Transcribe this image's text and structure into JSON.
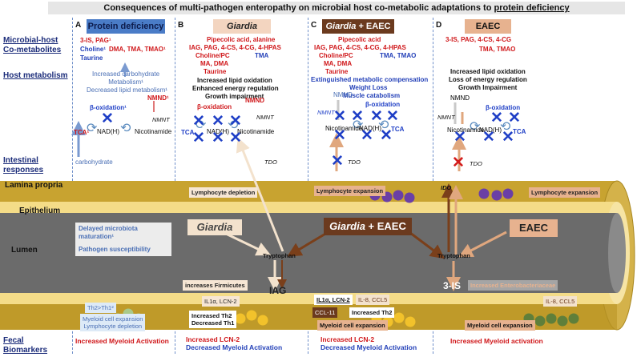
{
  "title": {
    "main": "Consequences of multi-pathogen enteropathy on microbial host co-metabolic adaptations to",
    "underlined": "protein deficiency"
  },
  "row_labels": {
    "cometabolites": "Microbial-host Co-metabolites",
    "host_metabolism": "Host metabolism",
    "intestinal_responses": "Intestinal responses",
    "lamina_propria": "Lamina propria",
    "epithelium": "Epithelium",
    "lumen": "Lumen",
    "fecal_biomarkers": "Fecal Biomarkers"
  },
  "panels": {
    "A": {
      "letter": "A",
      "header": "Protein deficiency",
      "cometab_line1": "3-IS, PAG¹",
      "cometab_line2a": "Choline¹",
      "cometab_line2b": "DMA, TMA, TMAO¹",
      "cometab_line3": "Taurine",
      "host_line1": "Increased carbohydrate",
      "host_line2": "Metabolism¹",
      "host_line3": "Decreased lipid metabolism¹",
      "nmnd": "NMND¹",
      "nmnt": "NMNT",
      "beta_ox": "β-oxidation¹",
      "tca": "TCA¹",
      "nadh": "NAD(H)",
      "nicotinamide": "Nicotinamide",
      "carbohydrate": "carbohydrate",
      "lumen_box1": "Delayed microbiota maturation¹",
      "lumen_box2": "Pathogen susceptibility",
      "th": "Th2>Th1²",
      "myeloid": "Myeloid cell expansion",
      "lymph": "Lymphocyte depletion",
      "fecal": "Increased Myeloid Activation"
    },
    "B": {
      "letter": "B",
      "header": "Giardia",
      "cometab_line1": "Pipecolic acid, alanine",
      "cometab_line2": "IAG, PAG, 4-CS, 4-CG, 4-HPAS",
      "cometab_line3a": "Choline/PC",
      "cometab_line3b": "TMA",
      "cometab_line4": "MA, DMA",
      "cometab_line5": "Taurine",
      "host_line1": "Increased lipid oxidation",
      "host_line2": "Enhanced energy regulation",
      "host_line3": "Growth impairment",
      "beta_ox": "β-oxidation",
      "nmnd": "NMND",
      "nmnt": "NMNT",
      "tca": "TCA",
      "nadh": "NAD(H)",
      "nicotinamide": "Nicotinamide",
      "tdo": "TDO",
      "lp_box": "Lymphocyte depletion",
      "lumen_label": "Giardia",
      "tryptophan": "Tryptophan",
      "iag": "IAG",
      "firmicutes": "increases Firmicutes",
      "il1": "IL1α, LCN-2",
      "th": "Increased Th2\nDecreased Th1",
      "fecal1": "Increased LCN-2",
      "fecal2": "Decreased Myeloid Activation"
    },
    "C": {
      "letter": "C",
      "header_italic": "Giardia",
      "header_rest": " + EAEC",
      "cometab_line1": "Pipecolic acid",
      "cometab_line2": "IAG, PAG, 4-CS, 4-CG, 4-HPAS",
      "cometab_line3a": "Choline/PC",
      "cometab_line3b": "TMA, TMAO",
      "cometab_line4": "MA, DMA",
      "cometab_line5": "Taurine",
      "host_line1": "Extinguished metabolic compensation",
      "host_line2": "Weight Loss",
      "host_line3": "Muscle catabolism",
      "nmnd": "NMND",
      "nmnt": "NMNT",
      "beta_ox": "β-oxidation",
      "nicotinamide": "Nicotinamide",
      "nadh": "NAD(H)",
      "tca": "TCA",
      "tdo": "TDO",
      "lp_box": "Lymphocyte expansion",
      "lumen_italic": "Giardia",
      "lumen_rest": " + EAEC",
      "il1": "IL1α, LCN-2",
      "il8": "IL-8, CCL5",
      "ccl11": "CCL-11",
      "th2": "Increased Th2",
      "myeloid": "Myeloid cell expansion",
      "fecal1": "Increased LCN-2",
      "fecal2": "Decreased Myeloid Activation"
    },
    "D": {
      "letter": "D",
      "header": "EAEC",
      "cometab_line1": "3-IS, PAG, 4-CS, 4-CG",
      "cometab_line2": "TMA, TMAO",
      "host_line1": "Increased lipid oxidation",
      "host_line2": "Loss of energy regulation",
      "host_line3": "Growth Impairment",
      "nmnd": "NMND",
      "nmnt": "NMNT",
      "beta_ox": "β-oxidation",
      "nicotinamide": "Nicotinamide",
      "nadh": "NAD(H)",
      "tca": "TCA",
      "tdo": "TDO",
      "ido": "IDO",
      "lp_box": "Lymphocyte expansion",
      "lumen_label": "EAEC",
      "tryptophan": "Tryptophan",
      "three_is": "3-IS",
      "entero": "Increased Enterobacteriaceae",
      "il8": "IL-8, CCL5",
      "myeloid": "Myeloid cell expansion",
      "fecal": "Increased Myeloid activation"
    }
  },
  "colors": {
    "protein_blue": "#4a7cc7",
    "giardia_tan": "#f3d5c0",
    "combo_brown": "#6b3a1e",
    "eaec_tan": "#e7b28f",
    "tube_gold": "#c8a330",
    "epithelium": "#f4dc88",
    "lumen_gray": "#6b6b6b",
    "red_text": "#d0181b",
    "blue_text": "#2340b8"
  }
}
